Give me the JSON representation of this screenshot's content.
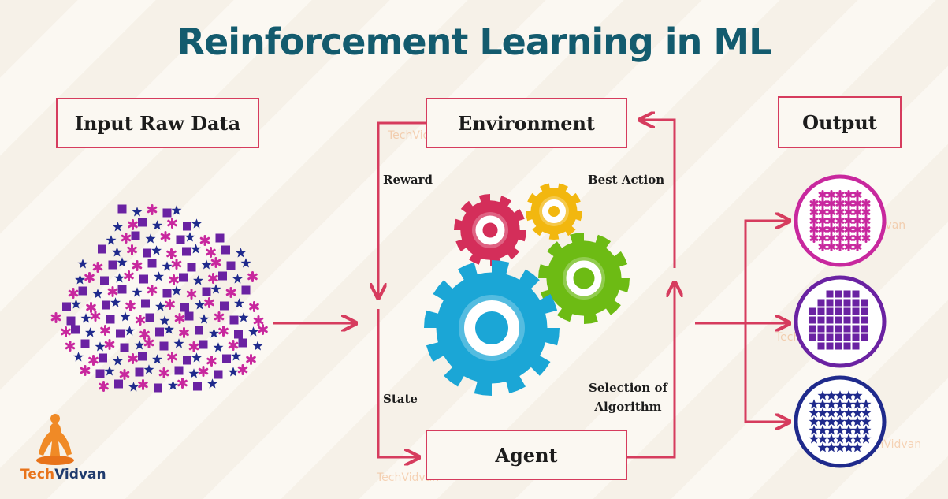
{
  "title": "Reinforcement Learning in ML",
  "boxes": {
    "input": "Input Raw Data",
    "environment": "Environment",
    "output": "Output",
    "agent": "Agent"
  },
  "edge_labels": {
    "reward": "Reward",
    "best_action": "Best Action",
    "state": "State",
    "selection_line1": "Selection of",
    "selection_line2": "Algorithm"
  },
  "logo": {
    "brand_a": "Tech",
    "brand_b": "Vidvan",
    "watermark": "TechVidvan"
  },
  "colors": {
    "title": "#135b6e",
    "box_border": "#d63c5e",
    "arrow": "#d63c5e",
    "magenta": "#c8289e",
    "purple": "#6a22a2",
    "navy": "#1f2a8c",
    "gear_cyan": "#1ba6d6",
    "gear_red": "#d42e5a",
    "gear_yellow": "#f2b70f",
    "gear_green": "#6dbb14"
  },
  "icons": [
    "gear-icon",
    "star-icon",
    "square-icon",
    "asterisk-icon",
    "arrow-icon"
  ]
}
